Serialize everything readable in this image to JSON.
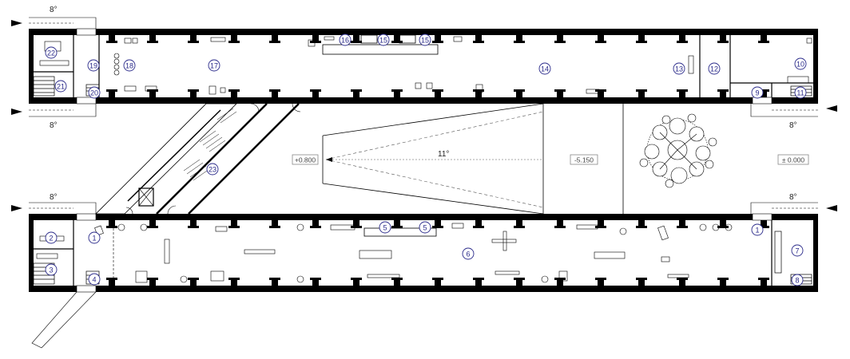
{
  "levels": {
    "ramp_top": "+0.800",
    "courtyard_low": "-5.150",
    "ground": "± 0.000"
  },
  "slope_labels": {
    "top_left": "8°",
    "top_left_bottom": "8°",
    "top_right_bottom": "8°",
    "ramp": "11°",
    "bottom_left": "8°",
    "bottom_right": "8°"
  },
  "rooms": {
    "upper": [
      "22",
      "19",
      "18",
      "17",
      "16",
      "15",
      "15",
      "14",
      "13",
      "12",
      "10",
      "21",
      "20",
      "9",
      "11"
    ],
    "middle": [
      "23"
    ],
    "lower": [
      "1",
      "2",
      "3",
      "4",
      "5",
      "5",
      "6",
      "1",
      "7",
      "8"
    ]
  },
  "colors": {
    "wall": "#000000",
    "line": "#333333",
    "room_number": "#2a2a8a",
    "level_box": "#888888"
  }
}
